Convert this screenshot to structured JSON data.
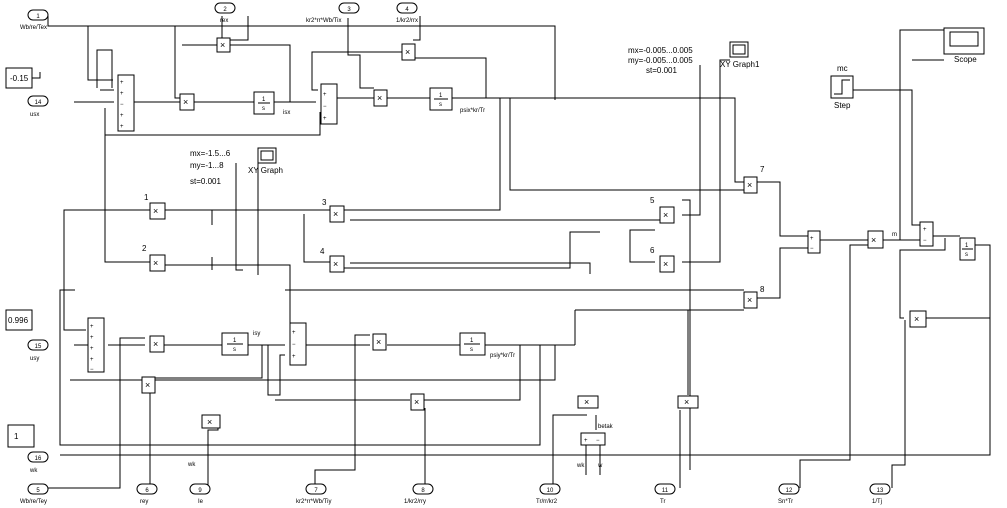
{
  "inports": [
    {
      "num": "1",
      "label": "Wb/re/Tex"
    },
    {
      "num": "2",
      "label": "rex"
    },
    {
      "num": "3",
      "label": "kr2*rr*Wb/Tix"
    },
    {
      "num": "4",
      "label": "1/kr2/rrx"
    },
    {
      "num": "14",
      "label": "usx"
    },
    {
      "num": "15",
      "label": "usy"
    },
    {
      "num": "16",
      "label": "wk"
    },
    {
      "num": "5",
      "label": "Wb/re/Tey"
    },
    {
      "num": "6",
      "label": "rey"
    },
    {
      "num": "9",
      "label": "Ie"
    },
    {
      "num": "7",
      "label": "kr2*rr*Wb/Tiy"
    },
    {
      "num": "8",
      "label": "1/kr2/rry"
    },
    {
      "num": "10",
      "label": "Tr/rr/kr2"
    },
    {
      "num": "11",
      "label": "Tr"
    },
    {
      "num": "12",
      "label": "Sn*Tr"
    },
    {
      "num": "13",
      "label": "1/Tj"
    }
  ],
  "constants": {
    "c1": "-0.15",
    "c2": "0.996",
    "c3": "1"
  },
  "integrators": {
    "num": "1",
    "den": "s"
  },
  "signals": {
    "isx": "isx",
    "isy": "isy",
    "psix": "psix*kr/Tr",
    "psiy": "psiy*kr/Tr",
    "m": "m",
    "mc": "mc",
    "betak": "betak",
    "wk": "wk",
    "w": "w"
  },
  "blocks": {
    "xy1": "XY Graph",
    "xy2": "XY Graph1",
    "scope": "Scope",
    "step": "Step",
    "prod": "×",
    "plus": "+",
    "minus": "−"
  },
  "notes": {
    "xy1": [
      "mx=-1.5...6",
      "my=-1...8",
      "st=0.001"
    ],
    "xy2": [
      "mx=-0.005...0.005",
      "my=-0.005...0.005",
      "st=0.001"
    ]
  },
  "labels": {
    "n1": "1",
    "n2": "2",
    "n3": "3",
    "n4": "4",
    "n5": "5",
    "n6": "6",
    "n7": "7",
    "n8": "8"
  }
}
